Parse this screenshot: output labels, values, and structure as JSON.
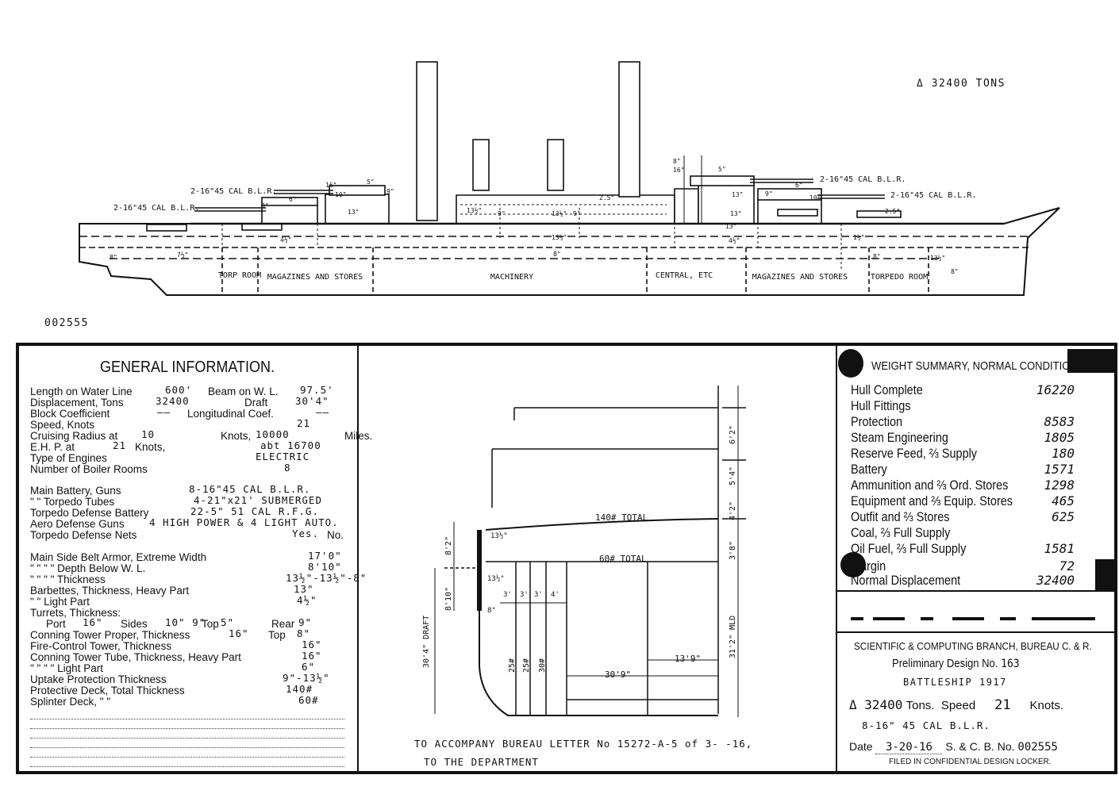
{
  "header": {
    "displacement_note": "Δ 32400 TONS",
    "plan_number": "002555"
  },
  "profile": {
    "gun_labels": {
      "fwd_upper": "2-16\"45 CAL B.L.R.",
      "fwd_lower": "2-16\"45 CAL B.L.R.",
      "aft_upper": "2-16\"45 CAL B.L.R.",
      "aft_lower": "2-16\"45 CAL B.L.R."
    },
    "compartments": [
      "TORP ROOM",
      "MAGAZINES AND STORES",
      "MACHINERY",
      "CENTRAL, ETC",
      "MAGAZINES AND STORES",
      "TORPEDO ROOM"
    ],
    "armor_marks": [
      "5\"",
      "9\"",
      "10\"",
      "13\"",
      "16\"",
      "8\"",
      "6\"",
      "4½\"",
      "13½\"",
      "9\"",
      "13½\"",
      "9\"",
      "2.5\"",
      "5\"",
      "13\"",
      "9\"",
      "16\"",
      "10\"",
      "2.5\"",
      "13\"",
      "8\"",
      "4½\"",
      "7½\"",
      "13½\"",
      "1½\"",
      "8\"",
      "13½\"",
      "8\"",
      "13\"",
      "6\"",
      "8\"",
      "8\""
    ]
  },
  "general_information": {
    "title": "GENERAL INFORMATION.",
    "rows": [
      {
        "label": "Length on Water Line",
        "value": "600'",
        "label2": "Beam on W. L.",
        "value2": "97.5'"
      },
      {
        "label": "Displacement, Tons",
        "value": "32400",
        "label2": "Draft",
        "value2": "30'4\""
      },
      {
        "label": "Block Coefficient",
        "value": "——",
        "label2": "Longitudinal Coef.",
        "value2": "——"
      },
      {
        "label": "Speed, Knots",
        "value": "21"
      },
      {
        "label": "Cruising Radius at",
        "value": "10",
        "label2": "Knots,",
        "value2": "10000",
        "label3": "Miles."
      },
      {
        "label": "E.H. P. at",
        "value": "21",
        "label2": "Knots,",
        "value2": "abt 16700"
      },
      {
        "label": "Type of Engines",
        "value": "ELECTRIC"
      },
      {
        "label": "Number of Boiler Rooms",
        "value": "8"
      },
      {
        "label": "Main Battery, Guns",
        "value": "8-16\"45 CAL B.L.R."
      },
      {
        "label": "\"      \"      Torpedo Tubes",
        "value": "4-21\"x21' SUBMERGED"
      },
      {
        "label": "Torpedo Defense Battery",
        "value": "22-5\" 51 CAL R.F.G."
      },
      {
        "label": "Aero Defense Guns",
        "value": "4 HIGH POWER & 4 LIGHT AUTO."
      },
      {
        "label": "Torpedo Defense Nets",
        "value": "Yes.",
        "label2": "No."
      },
      {
        "label": "Main Side Belt Armor, Extreme Width",
        "value": "17'0\""
      },
      {
        "label": "\"      \"      \"      \"      Depth Below W. L.",
        "value": "8'10\""
      },
      {
        "label": "\"      \"      \"      \"      Thickness",
        "value": "13½\"-13½\"-8\""
      },
      {
        "label": "Barbettes, Thickness, Heavy Part",
        "value": "13\""
      },
      {
        "label": "\"      \"      Light Part",
        "value": "4½\""
      },
      {
        "label": "Turrets, Thickness:"
      },
      {
        "label": "Port",
        "value": "16\"",
        "label2": "Sides",
        "value2": "10\" 9\"",
        "label3": "Top",
        "value3": "5\"",
        "label4": "Rear",
        "value4": "9\""
      },
      {
        "label": "Conning Tower Proper, Thickness",
        "value": "16\"",
        "label2": "Top",
        "value2": "8\""
      },
      {
        "label": "Fire-Control Tower, Thickness",
        "value": "16\""
      },
      {
        "label": "Conning Tower Tube, Thickness, Heavy Part",
        "value": "16\""
      },
      {
        "label": "\"      \"      \"      \"      Light Part",
        "value": "6\""
      },
      {
        "label": "Uptake Protection Thickness",
        "value": "9\"-13½\""
      },
      {
        "label": "Protective Deck, Total Thickness",
        "value": "140#"
      },
      {
        "label": "Splinter Deck,      \"      \"",
        "value": "60#"
      }
    ]
  },
  "midship_section": {
    "labels": {
      "deck1": "140# TOTAL",
      "deck2": "60# TOTAL",
      "belt_top": "13½\"",
      "belt_mid": "13½\"",
      "belt_bot": "8\"",
      "draft": "30'4\" DRAFT",
      "above_wl": "8'2\"",
      "below_wl": "8'10\"",
      "h1": "6'2\"",
      "h2": "5'4\"",
      "h3": "4'2\"",
      "h4": "3'8\"",
      "mld": "31'2\" MLD",
      "bulkhead1": "3'",
      "bulkhead2": "3'",
      "bulkhead3": "3'",
      "bulkhead4": "4'",
      "t1": "25#",
      "t2": "25#",
      "t3": "30#",
      "half_beam": "30'9\"",
      "inner": "13'9\""
    },
    "note_line1": "TO ACCOMPANY BUREAU LETTER No 15272-A-5 of 3- -16,",
    "note_line2": "TO THE DEPARTMENT"
  },
  "weight_summary": {
    "title": "WEIGHT SUMMARY, NORMAL CONDITION",
    "rows": [
      {
        "label": "Hull Complete",
        "value": "16220"
      },
      {
        "label": "Hull Fittings",
        "value": ""
      },
      {
        "label": "Protection",
        "value": "8583"
      },
      {
        "label": "Steam Engineering",
        "value": "1805"
      },
      {
        "label": "Reserve Feed, ⅔ Supply",
        "value": "180"
      },
      {
        "label": "Battery",
        "value": "1571"
      },
      {
        "label": "Ammunition and ⅔ Ord. Stores",
        "value": "1298"
      },
      {
        "label": "Equipment and ⅔ Equip. Stores",
        "value": "465"
      },
      {
        "label": "Outfit and ⅔ Stores",
        "value": "625"
      },
      {
        "label": "Coal, ⅔ Full Supply",
        "value": ""
      },
      {
        "label": "Oil Fuel, ⅔ Full Supply",
        "value": "1581"
      },
      {
        "label": "Margin",
        "value": "72"
      },
      {
        "label": "Normal Displacement",
        "value": "32400"
      }
    ]
  },
  "title_block": {
    "branch": "SCIENTIFIC & COMPUTING BRANCH, BUREAU C. & R.",
    "design_label": "Preliminary Design No.",
    "design_no": "163",
    "ship": "BATTLESHIP 1917",
    "tons_label": "Tons.",
    "tons": "Δ 32400",
    "speed_label": "Speed",
    "speed": "21",
    "knots_label": "Knots.",
    "guns": "8-16\" 45 CAL B.L.R.",
    "date_label": "Date",
    "date": "3-20-16",
    "scb_label": "S. & C. B. No.",
    "scb_no": "002555",
    "filed": "FILED IN CONFIDENTIAL DESIGN LOCKER."
  }
}
